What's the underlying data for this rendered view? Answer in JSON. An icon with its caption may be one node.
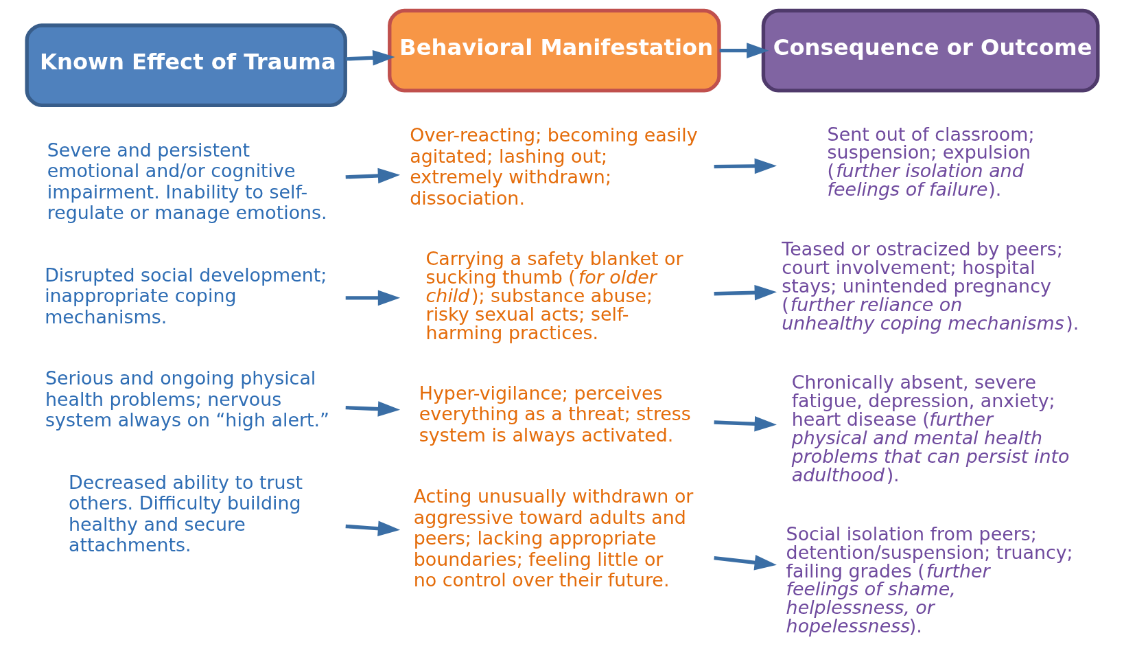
{
  "diagram": {
    "nodes": [
      {
        "text": [
          "Known Effect of Trauma"
        ]
      },
      {
        "text": [
          "Behavioral Manifestation"
        ]
      },
      {
        "text": [
          "Consequence or Outcome"
        ]
      },
      {
        "text": [
          "Severe and persistent emotional and/or cognitive impairment. Inability to self-regulate or manage emotions."
        ]
      },
      {
        "text": [
          "Over-reacting; becoming easily agitated; lashing out;  extremely withdrawn; dissociation."
        ]
      },
      {
        "text": [
          "Sent out of classroom; suspension; expulsion (*further isolation and feelings of failure*)."
        ]
      },
      {
        "text": [
          "Disrupted social development; inappropriate coping mechanisms."
        ]
      },
      {
        "text": [
          "Carrying a safety blanket or sucking thumb (*for older child*); substance abuse; risky sexual acts; self-harming practices."
        ]
      },
      {
        "text": [
          "Teased or ostracized by peers; court involvement; hospital stays; unintended pregnancy (*further reliance on unhealthy coping mechanisms*)."
        ]
      },
      {
        "text": [
          "Serious and ongoing physical health problems; nervous system always on “high alert.”"
        ]
      },
      {
        "text": [
          "Hyper-vigilance; perceives everything as a threat; stress system is always activated."
        ]
      },
      {
        "text": [
          "Chronically absent, severe fatigue, depression, anxiety; heart disease (*further physical and mental health problems that can persist into adulthood*)."
        ]
      },
      {
        "text": [
          "Decreased ability to trust others. Difficulty building healthy and secure attachments."
        ]
      },
      {
        "text": [
          "Acting unusually withdrawn or aggressive toward adults and peers; lacking appropriate boundaries; feeling little or no control over their future."
        ]
      },
      {
        "text": [
          "Social isolation from peers; detention/suspension; truancy; failing grades (*further feelings of shame, helplessness, or hopelessness*)."
        ]
      }
    ],
    "edges": [
      {
        "from": 0,
        "to": 1,
        "arrow": "to"
      },
      {
        "from": 1,
        "to": 2,
        "arrow": "to"
      },
      {
        "from": 3,
        "to": 4,
        "arrow": "to"
      },
      {
        "from": 4,
        "to": 5,
        "arrow": "to"
      },
      {
        "from": 6,
        "to": 7,
        "arrow": "to"
      },
      {
        "from": 7,
        "to": 8,
        "arrow": "to"
      },
      {
        "from": 9,
        "to": 10,
        "arrow": "to"
      },
      {
        "from": 10,
        "to": 11,
        "arrow": "to"
      },
      {
        "from": 12,
        "to": 13,
        "arrow": "to"
      },
      {
        "from": 13,
        "to": 14,
        "arrow": "to"
      }
    ]
  }
}
